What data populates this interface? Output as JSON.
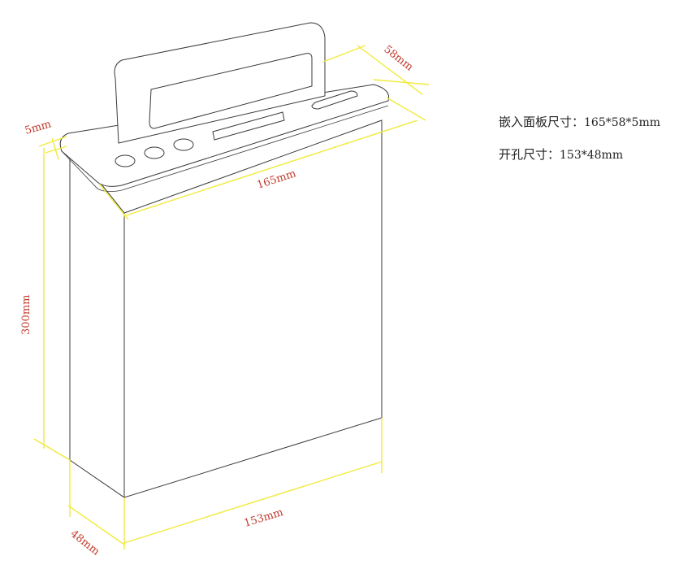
{
  "dimensions": {
    "panel_thickness": "5mm",
    "panel_depth": "58mm",
    "panel_width": "165mm",
    "body_height": "300mm",
    "body_width": "153mm",
    "body_depth": "48mm"
  },
  "specs": {
    "panel_label": "嵌入面板尺寸：",
    "panel_value": "165*58*5mm",
    "cutout_label": "开孔尺寸：",
    "cutout_value": "153*48mm"
  },
  "colors": {
    "dimension_line": "#f1ea3a",
    "dimension_text": "#c0392b",
    "outline": "#3a3a3a"
  }
}
